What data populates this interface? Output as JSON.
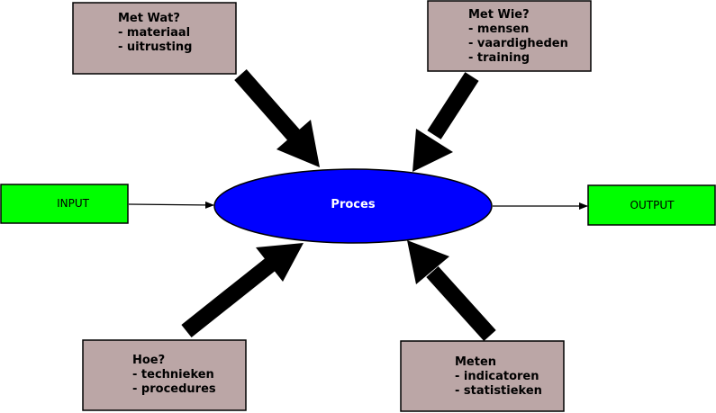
{
  "colors": {
    "box_fill": "#bba6a6",
    "io_fill": "#00ff00",
    "process_fill": "#0000ff",
    "stroke": "#000000",
    "process_text": "#ffffff"
  },
  "process": {
    "label": "Proces"
  },
  "input": {
    "label": "INPUT"
  },
  "output": {
    "label": "OUTPUT"
  },
  "boxes": {
    "met_wat": {
      "title": "Met Wat?",
      "items": [
        "- materiaal",
        "- uitrusting"
      ]
    },
    "met_wie": {
      "title": "Met Wie?",
      "items": [
        "- mensen",
        "- vaardigheden",
        "- training"
      ]
    },
    "hoe": {
      "title": "Hoe?",
      "items": [
        "- technieken",
        "- procedures"
      ]
    },
    "meten": {
      "title": "Meten",
      "items": [
        "- indicatoren",
        "- statistieken"
      ]
    }
  }
}
